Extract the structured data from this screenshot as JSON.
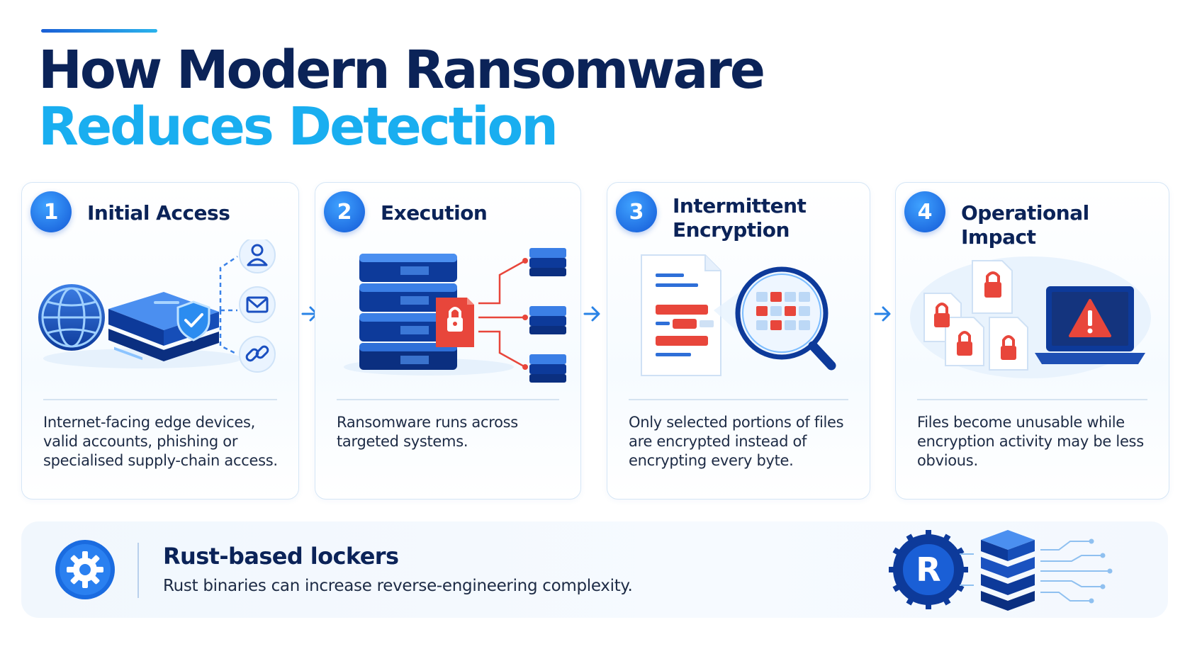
{
  "header": {
    "title_line1": "How Modern Ransomware",
    "title_line2": "Reduces Detection"
  },
  "steps": [
    {
      "number": "1",
      "title": "Initial Access",
      "description": "Internet-facing edge devices, valid accounts, phishing or specialised supply-chain access."
    },
    {
      "number": "2",
      "title": "Execution",
      "description": "Ransomware runs across targeted systems."
    },
    {
      "number": "3",
      "title": "Intermittent Encryption",
      "description": "Only selected portions of files are encrypted instead of encrypting every byte."
    },
    {
      "number": "4",
      "title": "Operational Impact",
      "description": "Files become unusable while encryption activity may be less obvious."
    }
  ],
  "footer": {
    "title": "Rust-based lockers",
    "description": "Rust binaries can increase reverse-engineering complexity.",
    "logo_letter": "R"
  },
  "colors": {
    "navy": "#0b2358",
    "cyan": "#19aef0",
    "blue": "#1a5fd6",
    "alert_red": "#e8463b"
  },
  "icons": [
    "globe-icon",
    "server-icon",
    "shield-check-icon",
    "user-icon",
    "mail-icon",
    "link-icon",
    "lock-icon",
    "document-icon",
    "magnifier-icon",
    "laptop-icon",
    "warning-icon",
    "gear-icon",
    "rust-logo-icon",
    "arrow-right-icon"
  ]
}
